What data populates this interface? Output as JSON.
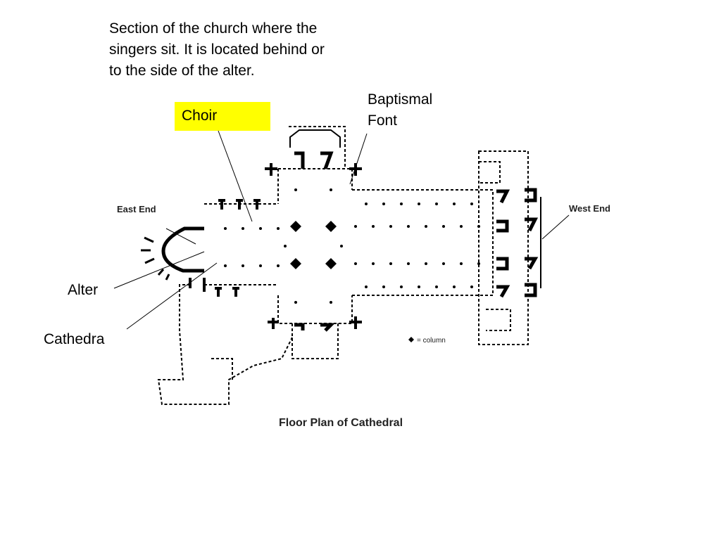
{
  "slide": {
    "definition": "Section of the church where the singers sit. It is located behind or to the side of the alter.",
    "labels": {
      "choir": "Choir",
      "baptismal_font": "Baptismal Font",
      "alter": "Alter",
      "cathedra": "Cathedra"
    },
    "plan": {
      "caption": "Floor Plan of Cathedral",
      "east_end": "East End",
      "west_end": "West End",
      "legend": "= column"
    },
    "colors": {
      "highlight": "#ffff00",
      "ink": "#000000"
    }
  }
}
